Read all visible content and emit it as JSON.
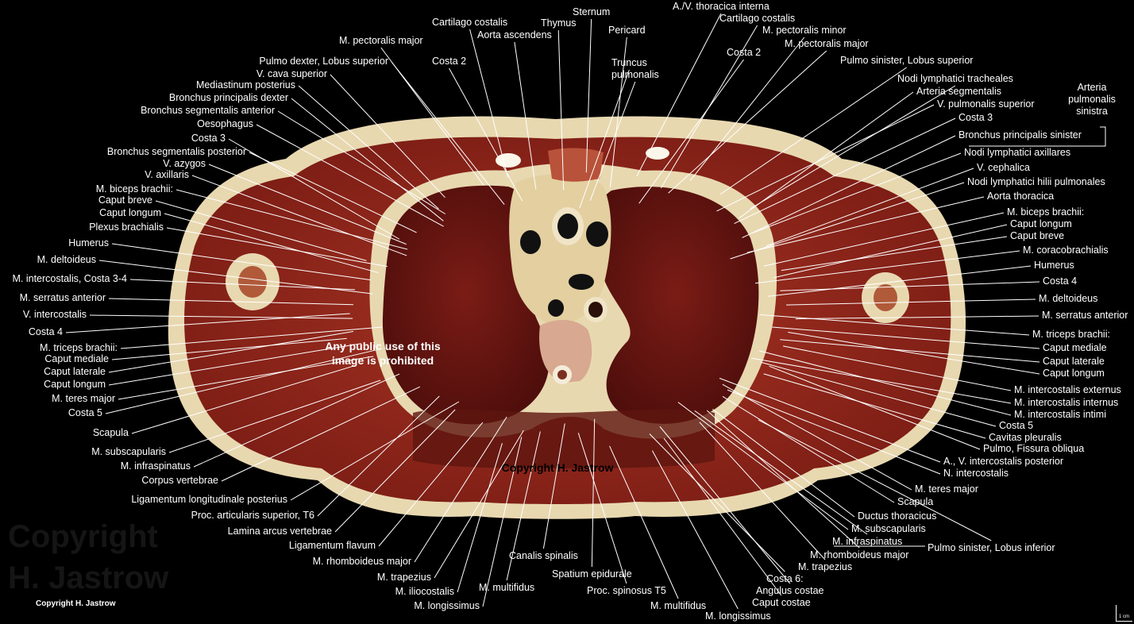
{
  "labels_left": [
    "Pulmo dexter, Lobus superior",
    "V. cava superior",
    "Mediastinum posterius",
    "Bronchus principalis dexter",
    "Bronchus segmentalis anterior",
    "Oesophagus",
    "Costa 3",
    "Bronchus segmentalis posterior",
    "V. azygos",
    "V. axillaris",
    "M. biceps brachii:",
    "Caput breve",
    "Caput longum",
    "Plexus brachialis",
    "Humerus",
    "M. deltoideus",
    "M. intercostalis, Costa 3-4",
    "M. serratus anterior",
    "V. intercostalis",
    "Costa 4",
    "M. triceps brachii:",
    "Caput mediale",
    "Caput laterale",
    "Caput longum",
    "M. teres major",
    "Costa 5",
    "Scapula",
    "M. subscapularis",
    "M. infraspinatus",
    "Corpus vertebrae",
    "Ligamentum longitudinale posterius",
    "Proc. articularis superior, T6",
    "Lamina arcus vertebrae",
    "Ligamentum flavum",
    "M. rhomboideus major",
    "M. trapezius",
    "M. iliocostalis",
    "M. longissimus"
  ],
  "labels_top": [
    "M. pectoralis major",
    "Cartilago costalis",
    "Aorta ascendens",
    "Costa 2",
    "Thymus",
    "Sternum",
    "Pericard",
    "Truncus",
    "pulmonalis",
    "A./V. thoracica interna",
    "Cartilago costalis",
    "M. pectoralis minor",
    "M. pectoralis major",
    "Costa 2"
  ],
  "labels_right": [
    "Pulmo sinister, Lobus superior",
    "Nodi lymphatici tracheales",
    "Arteria segmentalis",
    "V. pulmonalis superior",
    "Costa 3",
    "Bronchus principalis sinister",
    "Nodi lymphatici axillares",
    "V. cephalica",
    "Nodi lymphatici hilii pulmonales",
    "Aorta thoracica",
    "M. biceps brachii:",
    "Caput longum",
    "Caput breve",
    "M. coracobrachialis",
    "Humerus",
    "Costa 4",
    "M. deltoideus",
    "M. serratus anterior",
    "M. triceps brachii:",
    "Caput mediale",
    "Caput laterale",
    "Caput longum",
    "M. intercostalis externus",
    "M. intercostalis internus",
    "M. intercostalis intimi",
    "Costa 5",
    "Cavitas pleuralis",
    "Pulmo, Fissura obliqua",
    "A., V. intercostalis posterior",
    "N. intercostalis",
    "M. teres major",
    "Scapula",
    "Ductus thoracicus",
    "M. subscapularis",
    "M. infraspinatus",
    "Pulmo sinister, Lobus inferior",
    "M. rhomboideus major",
    "M. trapezius",
    "Costa 6:",
    "Angulus costae",
    "Caput costae",
    "M. longissimus"
  ],
  "labels_bottom": [
    "M. multifidus",
    "Canalis spinalis",
    "Spatium epidurale",
    "Proc. spinosus T5",
    "M. multifidus"
  ],
  "arteria_box": [
    "Arteria",
    "pulmonalis",
    "sinistra"
  ],
  "warning": [
    "Any public use of this",
    "image is prohibited"
  ],
  "copyright_center": "Copyright H. Jastrow",
  "copyright_small": "Copyright H. Jastrow",
  "copyright_ghost": [
    "Copyright",
    "H. Jastrow"
  ],
  "scale_label": "1 cm",
  "colors": {
    "background": "#000000",
    "fat": "#e8d8b0",
    "muscle": "#9a2a1e",
    "lung": "#6b1612",
    "text": "#ffffff"
  }
}
